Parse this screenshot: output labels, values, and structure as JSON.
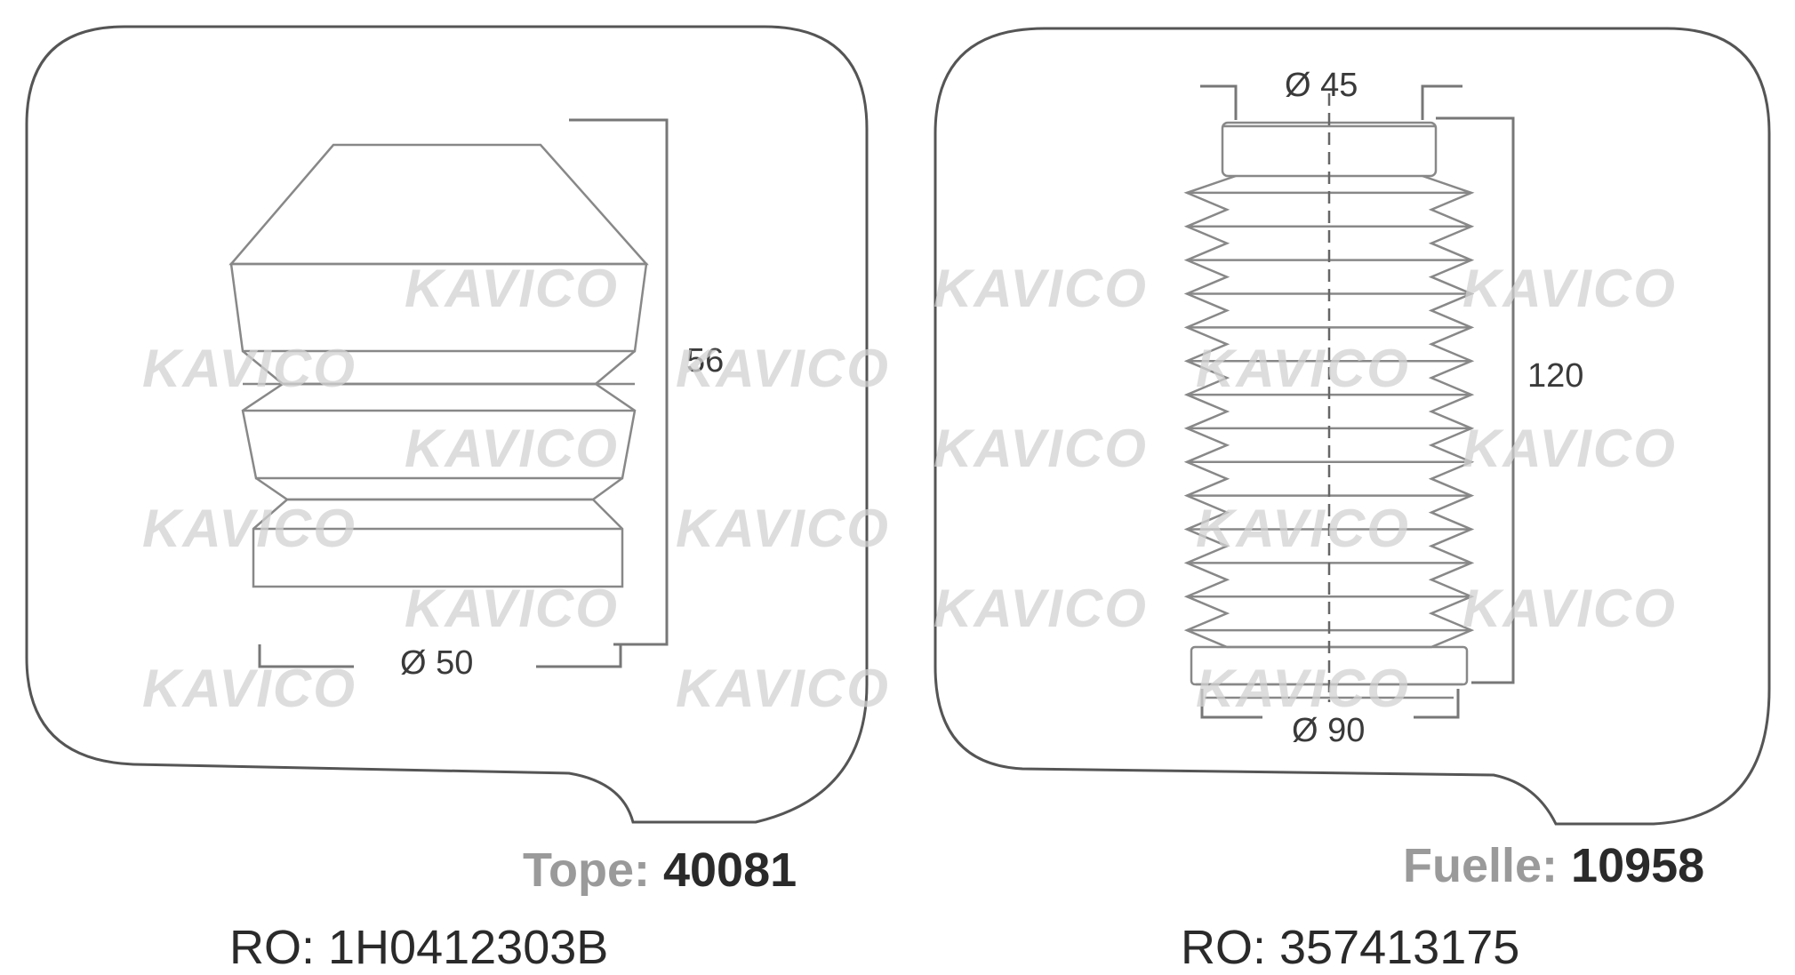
{
  "watermark": "KAVICO",
  "left_panel": {
    "dimension_height": "56",
    "dimension_diameter": "Ø 50",
    "caption_label": "Tope:",
    "caption_number": "40081",
    "ro": "RO: 1H0412303B"
  },
  "right_panel": {
    "dimension_top_diameter": "Ø 45",
    "dimension_height": "120",
    "dimension_bottom_diameter": "Ø 90",
    "caption_label": "Fuelle:",
    "caption_number": "10958",
    "ro": "RO: 357413175"
  },
  "colors": {
    "outline": "#555555",
    "dimension_line": "#777777",
    "part_line": "#888888",
    "watermark": "#d2d2d2"
  }
}
